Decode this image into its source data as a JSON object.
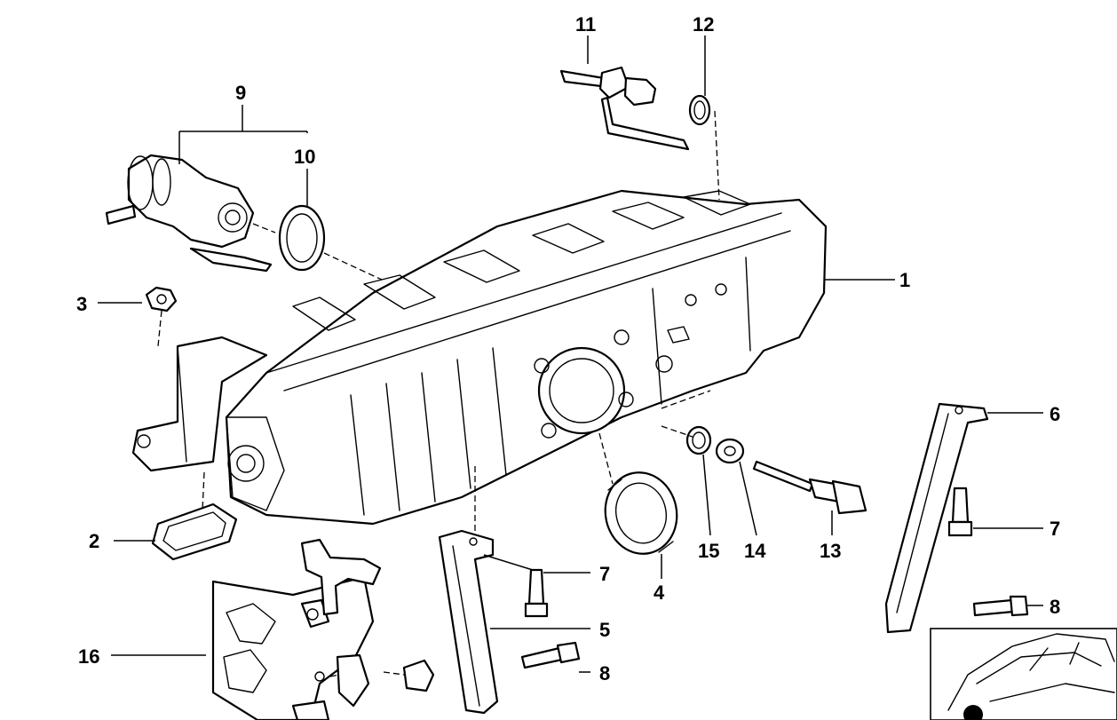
{
  "callouts": {
    "c1": "1",
    "c2": "2",
    "c3": "3",
    "c4": "4",
    "c5": "5",
    "c6": "6",
    "c7a": "7",
    "c7b": "7",
    "c8a": "8",
    "c8b": "8",
    "c9": "9",
    "c10": "10",
    "c11": "11",
    "c12": "12",
    "c13": "13",
    "c14": "14",
    "c15": "15",
    "c16": "16"
  },
  "colors": {
    "line": "#000000",
    "background": "#ffffff"
  }
}
